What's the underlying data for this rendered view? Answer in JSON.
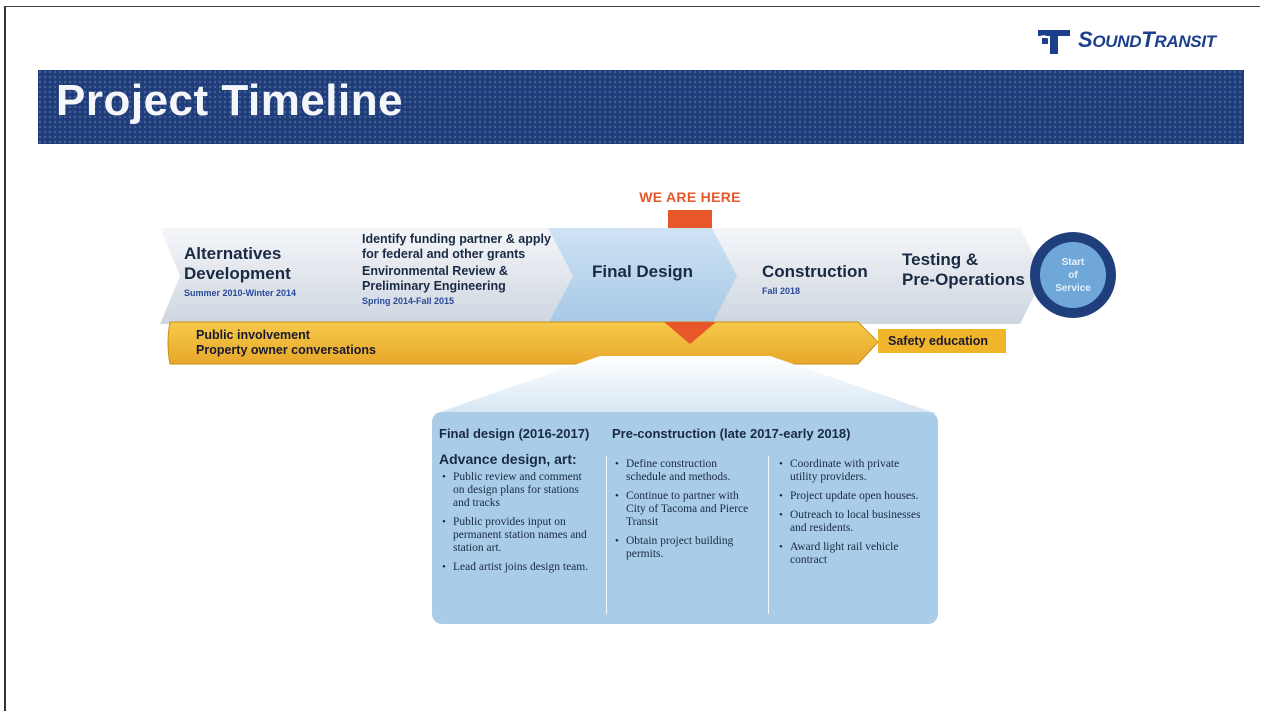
{
  "logo": {
    "prefix": "S",
    "word1": "OUND",
    "prefix2": "T",
    "word2": "RANSIT",
    "color": "#1b3f8b"
  },
  "banner": {
    "title": "Project Timeline",
    "color": "#1f3d7a"
  },
  "marker": {
    "label": "WE ARE HERE",
    "color": "#e8572a"
  },
  "phases": [
    {
      "title_line1": "Alternatives",
      "title_line2": "Development",
      "dates": "Summer 2010-Winter 2014"
    },
    {
      "line1": "Identify funding partner & apply",
      "line2": "for federal and other grants",
      "line3": "Environmental Review &",
      "line4": "Preliminary Engineering",
      "dates": "Spring 2014-Fall 2015"
    },
    {
      "title": "Final Design"
    },
    {
      "title": "Construction",
      "dates": "Fall 2018"
    },
    {
      "title_line1": "Testing &",
      "title_line2": "Pre-Operations"
    }
  ],
  "service": {
    "line1": "Start",
    "line2": "of",
    "line3": "Service"
  },
  "engagement": {
    "line1": "Public involvement",
    "line2": "Property owner conversations",
    "safety": "Safety education"
  },
  "detail": {
    "final_design_header": "Final design (2016-2017)",
    "advance_header": "Advance design, art:",
    "advance_items": [
      "Public review and comment on design plans for stations and tracks",
      "Public provides input  on permanent station names and station art.",
      "Lead artist joins design team."
    ],
    "preconstruction_header": "Pre-construction (late 2017-early 2018)",
    "pre_items_a": [
      "Define construction schedule and methods.",
      "Continue to partner with City of Tacoma and Pierce Transit",
      "Obtain project building permits."
    ],
    "pre_items_b": [
      "Coordinate with private utility providers.",
      "Project update open houses.",
      "Outreach to local businesses and residents.",
      "Award light rail vehicle contract"
    ]
  }
}
